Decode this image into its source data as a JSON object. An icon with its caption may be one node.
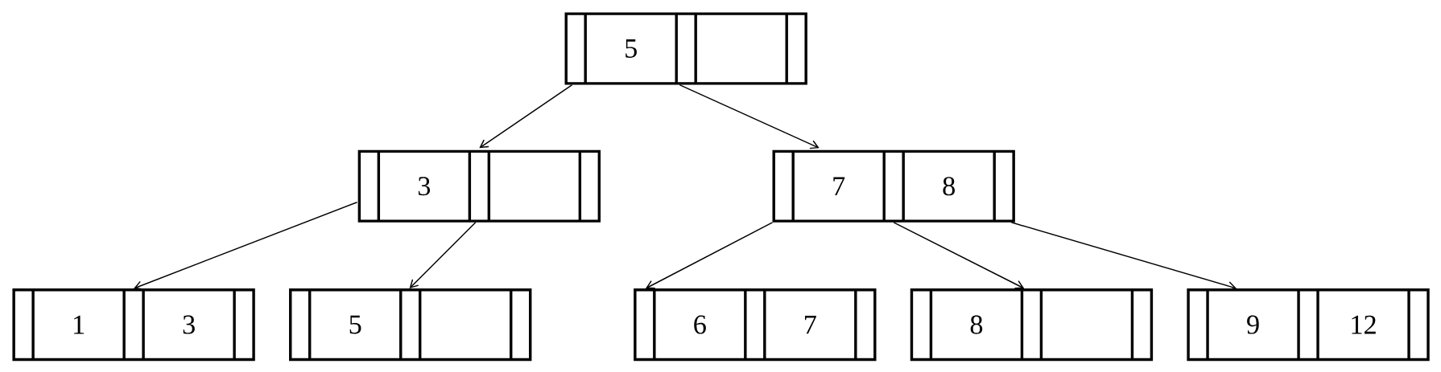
{
  "diagram": {
    "nodes": [
      {
        "text": [
          "5"
        ]
      },
      {
        "text": [
          "3"
        ]
      },
      {
        "text": [
          "7",
          "8"
        ]
      },
      {
        "text": [
          "1",
          "3"
        ]
      },
      {
        "text": [
          "5"
        ]
      },
      {
        "text": [
          "6",
          "7"
        ]
      },
      {
        "text": [
          "8"
        ]
      },
      {
        "text": [
          "9",
          "12"
        ]
      }
    ],
    "edges": [
      {
        "from": 0,
        "to": 1,
        "arrow": "to"
      },
      {
        "from": 0,
        "to": 2,
        "arrow": "to"
      },
      {
        "from": 1,
        "to": 3,
        "arrow": "to"
      },
      {
        "from": 1,
        "to": 4,
        "arrow": "to"
      },
      {
        "from": 2,
        "to": 5,
        "arrow": "to"
      },
      {
        "from": 2,
        "to": 6,
        "arrow": "to"
      },
      {
        "from": 2,
        "to": 7,
        "arrow": "to"
      }
    ]
  }
}
